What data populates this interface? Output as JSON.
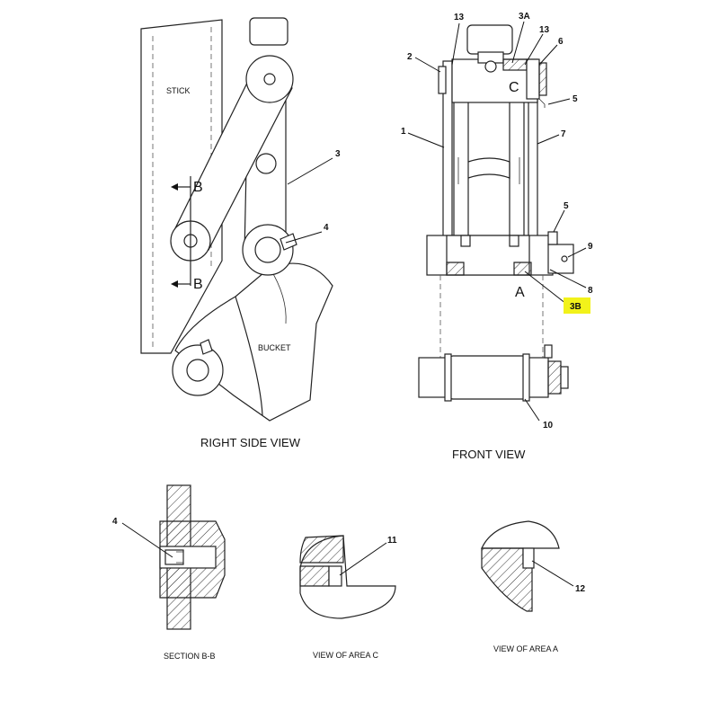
{
  "views": {
    "right_side": {
      "title": "RIGHT SIDE VIEW",
      "stick": "STICK",
      "bucket": "BUCKET",
      "section_mark": "B"
    },
    "front": {
      "title": "FRONT VIEW",
      "area_c": "C",
      "area_a": "A"
    },
    "section_bb": {
      "title": "SECTION B-B"
    },
    "area_c": {
      "title": "VIEW OF AREA C"
    },
    "area_a": {
      "title": "VIEW OF AREA A"
    }
  },
  "callouts": {
    "c1": "1",
    "c2": "2",
    "c3": "3",
    "c3a": "3A",
    "c3b": "3B",
    "c4": "4",
    "c4s": "4",
    "c5a": "5",
    "c5b": "5",
    "c6": "6",
    "c7": "7",
    "c8": "8",
    "c9": "9",
    "c10": "10",
    "c11": "11",
    "c12": "12",
    "c13a": "13",
    "c13b": "13"
  },
  "highlight_color": "#f2f21a"
}
